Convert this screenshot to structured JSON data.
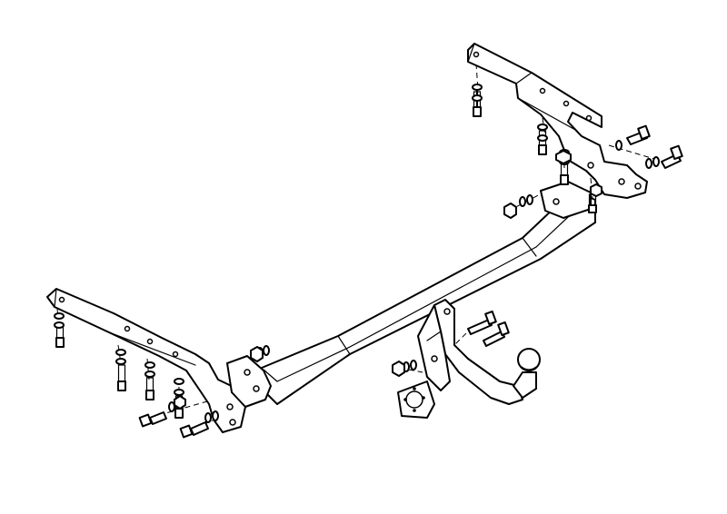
{
  "diagram": {
    "subject": "tow-bar-assembly-exploded-view",
    "line_color": "#000000",
    "background_color": "#ffffff",
    "parts": [
      "left-mounting-bracket",
      "right-mounting-bracket",
      "cross-beam",
      "left-side-plate",
      "right-side-plate",
      "tow-ball-neck",
      "tow-ball",
      "socket-plate",
      "bolts",
      "washers",
      "nuts"
    ]
  }
}
